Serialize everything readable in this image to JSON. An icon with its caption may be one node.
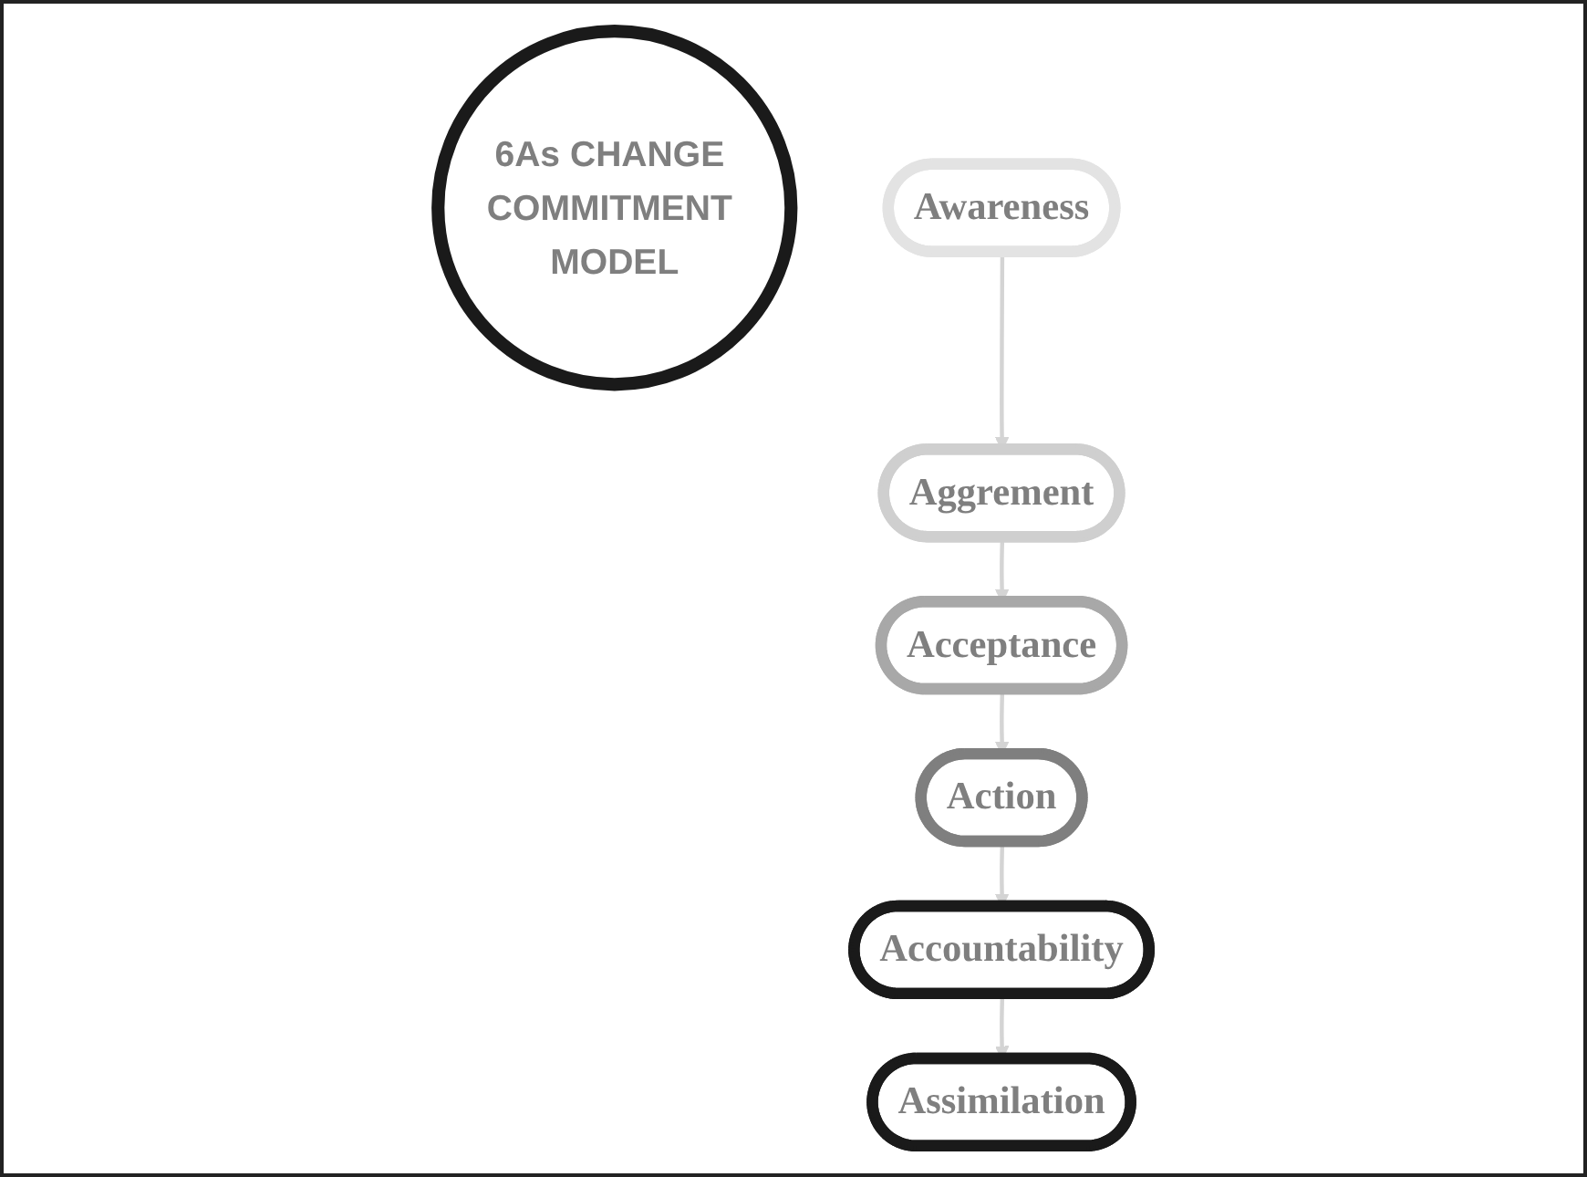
{
  "diagram": {
    "nodes": [
      {
        "text": [
          "6As CHANGE COMMITMENT MODEL"
        ]
      },
      {
        "text": [
          "Awareness"
        ]
      },
      {
        "text": [
          "Aggrement"
        ]
      },
      {
        "text": [
          "Acceptance"
        ]
      },
      {
        "text": [
          "Action"
        ]
      },
      {
        "text": [
          "Accountability"
        ]
      },
      {
        "text": [
          "Assimilation"
        ]
      }
    ],
    "edges": [
      {
        "from": 1,
        "to": 2,
        "arrow": "to"
      },
      {
        "from": 2,
        "to": 3,
        "arrow": "to"
      },
      {
        "from": 3,
        "to": 4,
        "arrow": "to"
      },
      {
        "from": 4,
        "to": 5,
        "arrow": "to"
      },
      {
        "from": 5,
        "to": 6,
        "arrow": "to"
      }
    ]
  }
}
